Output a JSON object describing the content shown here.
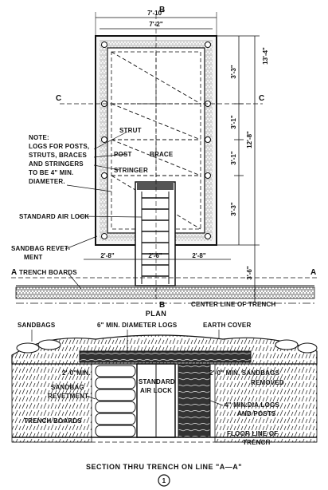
{
  "plan": {
    "dims": {
      "outer_width": "7'-10\"",
      "inner_width": "7'-2\"",
      "right_total": "13'-4\"",
      "right_inner": "12'-8\"",
      "seg_top": "3'-3\"",
      "seg_mid": "3'-1\"",
      "seg_mid2": "3'-1\"",
      "seg_bottom": "3'-3\"",
      "bottom_right": "3'-6\"",
      "bottom_left_w": "2'-8\"",
      "bottom_mid_w": "2'-6\"",
      "bottom_right_w": "2'-8\""
    },
    "section_marks": {
      "b": "B",
      "c": "C",
      "a": "A"
    },
    "note_lines": [
      "NOTE:",
      "LOGS FOR POSTS,",
      "STRUTS, BRACES",
      "AND STRINGERS",
      "TO BE 4\" MIN.",
      "DIAMETER."
    ],
    "labels": {
      "strut": "STRUT",
      "post": "POST",
      "brace": "BRACE",
      "stringer": "STRINGER",
      "air_lock": "STANDARD  AIR LOCK",
      "sandbag_1": "SANDBAG REVET-",
      "sandbag_2": "MENT",
      "trench_boards": "TRENCH BOARDS",
      "center_line": "CENTER LINE OF TRENCH"
    },
    "title": "PLAN"
  },
  "section": {
    "labels": {
      "sandbags": "SANDBAGS",
      "logs": "6\" MIN. DIAMETER LOGS",
      "earth_cover": "EARTH COVER",
      "min_left": "2'-0\"MIN.",
      "min_right": "2'-0\" MIN. SANDBAGS",
      "removed": "REMOVED",
      "revet_1": "SANDBAG",
      "revet_2": "REVETMENT",
      "air_lock_1": "STANDARD",
      "air_lock_2": "AIR LOCK",
      "logs_posts_1": "4\" MIN.DIA.LOGS",
      "logs_posts_2": "AND POSTS",
      "trench_boards": "TRENCH BOARDS",
      "floor_1": "FLOOR LINE OF",
      "floor_2": "TRENCH"
    },
    "title": "SECTION THRU TRENCH ON LINE \"A—A\""
  },
  "figure_number": "1"
}
